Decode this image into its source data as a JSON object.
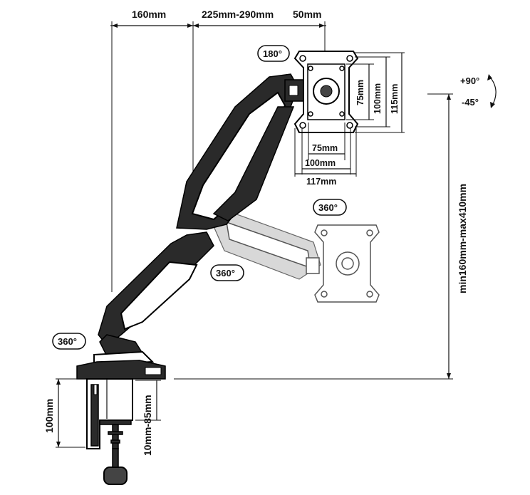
{
  "dimensions": {
    "top_left": "160mm",
    "top_mid": "225mm-290mm",
    "top_right": "50mm",
    "vesa_h_75": "75mm",
    "vesa_h_100": "100mm",
    "vesa_h_117": "117mm",
    "vesa_v_75": "75mm",
    "vesa_v_100": "100mm",
    "vesa_v_115": "115mm",
    "height_range": "min160mm-max410mm",
    "clamp_height": "100mm",
    "desk_thickness": "10mm-85mm"
  },
  "rotations": {
    "pivot_head": "180°",
    "monitor_rotate": "360°",
    "elbow": "360°",
    "base": "360°",
    "tilt_up": "+90°",
    "tilt_down": "-45°"
  }
}
